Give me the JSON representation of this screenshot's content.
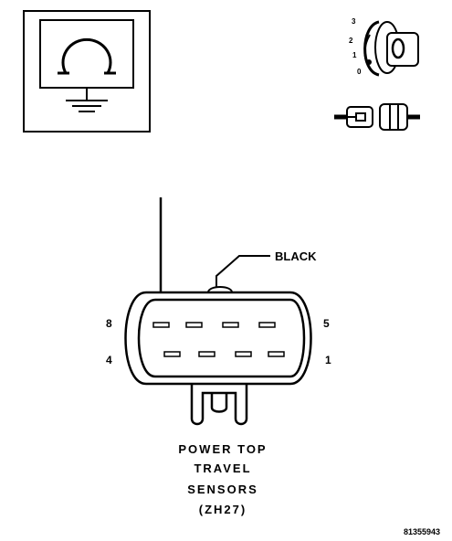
{
  "meter_symbol": {
    "icon": "ohmmeter-icon"
  },
  "ignition_symbol": {
    "icon": "ignition-key-icon",
    "positions": [
      "3",
      "2",
      "1",
      "0"
    ]
  },
  "connector_symbol": {
    "icon": "disconnected-connector-icon"
  },
  "connector": {
    "wire_color": "BLACK",
    "pin_labels": {
      "top_left": "8",
      "top_right": "5",
      "bottom_left": "4",
      "bottom_right": "1"
    }
  },
  "title_lines": [
    "POWER TOP",
    "TRAVEL",
    "SENSORS",
    "(ZH27)"
  ],
  "figure_id": "81355943"
}
